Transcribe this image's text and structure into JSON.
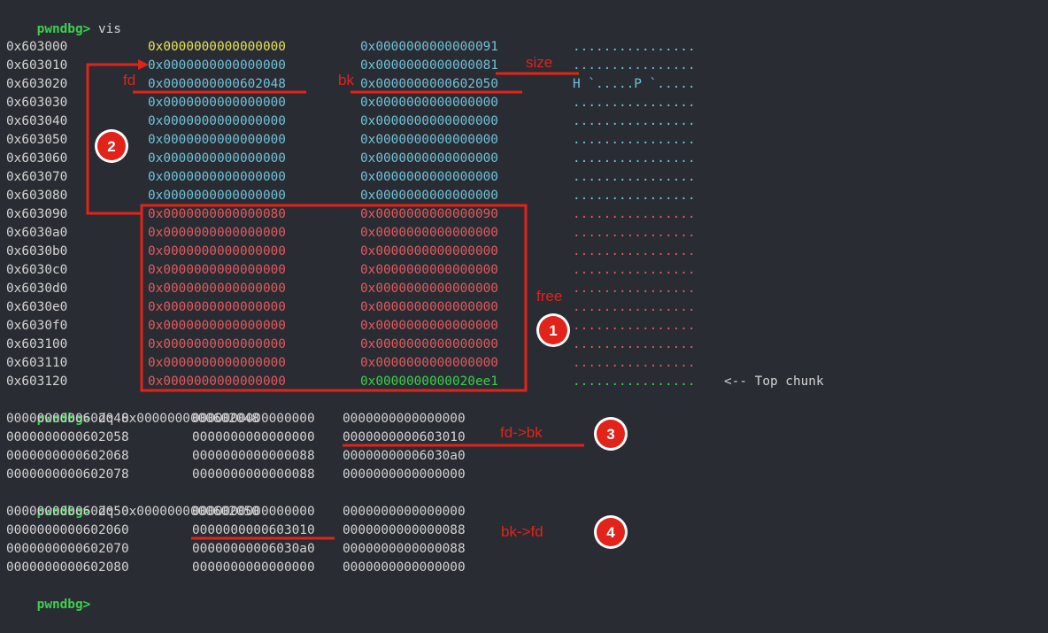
{
  "prompt": "pwndbg>",
  "commands": {
    "vis": " vis",
    "dq1": " dq 0x0000000000602048",
    "dq2": " dq 0x0000000000602050"
  },
  "heap_rows": [
    {
      "addr": "0x603000",
      "q1": "0x0000000000000000",
      "q2": "0x0000000000000091",
      "ascii": "................"
    },
    {
      "addr": "0x603010",
      "q1": "0x0000000000000000",
      "q2": "0x0000000000000081",
      "ascii": "................"
    },
    {
      "addr": "0x603020",
      "q1": "0x0000000000602048",
      "q2": "0x0000000000602050",
      "ascii": "H `.....P `....."
    },
    {
      "addr": "0x603030",
      "q1": "0x0000000000000000",
      "q2": "0x0000000000000000",
      "ascii": "................"
    },
    {
      "addr": "0x603040",
      "q1": "0x0000000000000000",
      "q2": "0x0000000000000000",
      "ascii": "................"
    },
    {
      "addr": "0x603050",
      "q1": "0x0000000000000000",
      "q2": "0x0000000000000000",
      "ascii": "................"
    },
    {
      "addr": "0x603060",
      "q1": "0x0000000000000000",
      "q2": "0x0000000000000000",
      "ascii": "................"
    },
    {
      "addr": "0x603070",
      "q1": "0x0000000000000000",
      "q2": "0x0000000000000000",
      "ascii": "................"
    },
    {
      "addr": "0x603080",
      "q1": "0x0000000000000000",
      "q2": "0x0000000000000000",
      "ascii": "................"
    },
    {
      "addr": "0x603090",
      "q1": "0x0000000000000080",
      "q2": "0x0000000000000090",
      "ascii": "................"
    },
    {
      "addr": "0x6030a0",
      "q1": "0x0000000000000000",
      "q2": "0x0000000000000000",
      "ascii": "................"
    },
    {
      "addr": "0x6030b0",
      "q1": "0x0000000000000000",
      "q2": "0x0000000000000000",
      "ascii": "................"
    },
    {
      "addr": "0x6030c0",
      "q1": "0x0000000000000000",
      "q2": "0x0000000000000000",
      "ascii": "................"
    },
    {
      "addr": "0x6030d0",
      "q1": "0x0000000000000000",
      "q2": "0x0000000000000000",
      "ascii": "................"
    },
    {
      "addr": "0x6030e0",
      "q1": "0x0000000000000000",
      "q2": "0x0000000000000000",
      "ascii": "................"
    },
    {
      "addr": "0x6030f0",
      "q1": "0x0000000000000000",
      "q2": "0x0000000000000000",
      "ascii": "................"
    },
    {
      "addr": "0x603100",
      "q1": "0x0000000000000000",
      "q2": "0x0000000000000000",
      "ascii": "................"
    },
    {
      "addr": "0x603110",
      "q1": "0x0000000000000000",
      "q2": "0x0000000000000000",
      "ascii": "................"
    },
    {
      "addr": "0x603120",
      "q1": "0x0000000000000000",
      "q2": "0x0000000000020ee1",
      "ascii": "................"
    }
  ],
  "top_chunk_label": "<-- Top chunk",
  "dq1_rows": [
    {
      "addr": "0000000000602048",
      "q1": "0000000000000000",
      "q2": "0000000000000000"
    },
    {
      "addr": "0000000000602058",
      "q1": "0000000000000000",
      "q2": "0000000000603010"
    },
    {
      "addr": "0000000000602068",
      "q1": "0000000000000088",
      "q2": "00000000006030a0"
    },
    {
      "addr": "0000000000602078",
      "q1": "0000000000000088",
      "q2": "0000000000000000"
    }
  ],
  "dq2_rows": [
    {
      "addr": "0000000000602050",
      "q1": "0000000000000000",
      "q2": "0000000000000000"
    },
    {
      "addr": "0000000000602060",
      "q1": "0000000000603010",
      "q2": "0000000000000088"
    },
    {
      "addr": "0000000000602070",
      "q1": "00000000006030a0",
      "q2": "0000000000000088"
    },
    {
      "addr": "0000000000602080",
      "q1": "0000000000000000",
      "q2": "0000000000000000"
    }
  ],
  "annotations": {
    "size": "size",
    "fd": "fd",
    "bk": "bk",
    "free": "free",
    "fd_bk": "fd->bk",
    "bk_fd": "bk->fd",
    "badge1": "1",
    "badge2": "2",
    "badge3": "3",
    "badge4": "4"
  },
  "colors": {
    "background": "#2a2c33",
    "prompt": "#3ccf4e",
    "annotation": "#e2231a",
    "allocated_chunk": "#6fc2d8",
    "freed_chunk": "#e05a5e",
    "top_chunk": "#3ccf4e",
    "first_qword": "#e6e35a"
  }
}
